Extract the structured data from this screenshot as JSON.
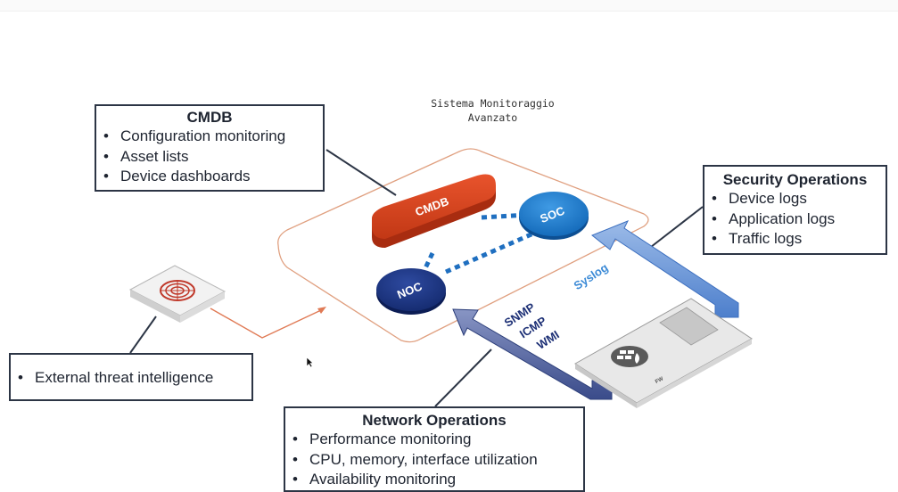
{
  "diagram": {
    "title_lines": [
      "Sistema Monitoraggio",
      "Avanzato"
    ],
    "nodes": {
      "cmdb": "CMDB",
      "soc": "SOC",
      "noc": "NOC",
      "fw": "FW"
    },
    "protocols": {
      "syslog": "Syslog",
      "snmp": "SNMP",
      "icmp": "ICMP",
      "wmi": "WMI"
    },
    "colors": {
      "cmdb_red": "#d9411e",
      "soc_blue": "#1f7fd0",
      "noc_navy": "#1c3583",
      "platform_outline": "#e0a080",
      "arrow_orange": "#e07a55",
      "callout_border": "#2c3545",
      "syslog_arrow": "#7fa8de",
      "snmp_arrow": "#5e6fa6"
    }
  },
  "cmdb_box": {
    "title": "CMDB",
    "items": [
      "Configuration monitoring",
      "Asset lists",
      "Device dashboards"
    ]
  },
  "security_box": {
    "title": "Security Operations",
    "items": [
      "Device logs",
      "Application logs",
      "Traffic logs"
    ]
  },
  "network_box": {
    "title": "Network Operations",
    "items": [
      "Performance monitoring",
      "CPU, memory, interface utilization",
      "Availability monitoring"
    ]
  },
  "threat_box": {
    "items": [
      "External threat intelligence"
    ]
  }
}
